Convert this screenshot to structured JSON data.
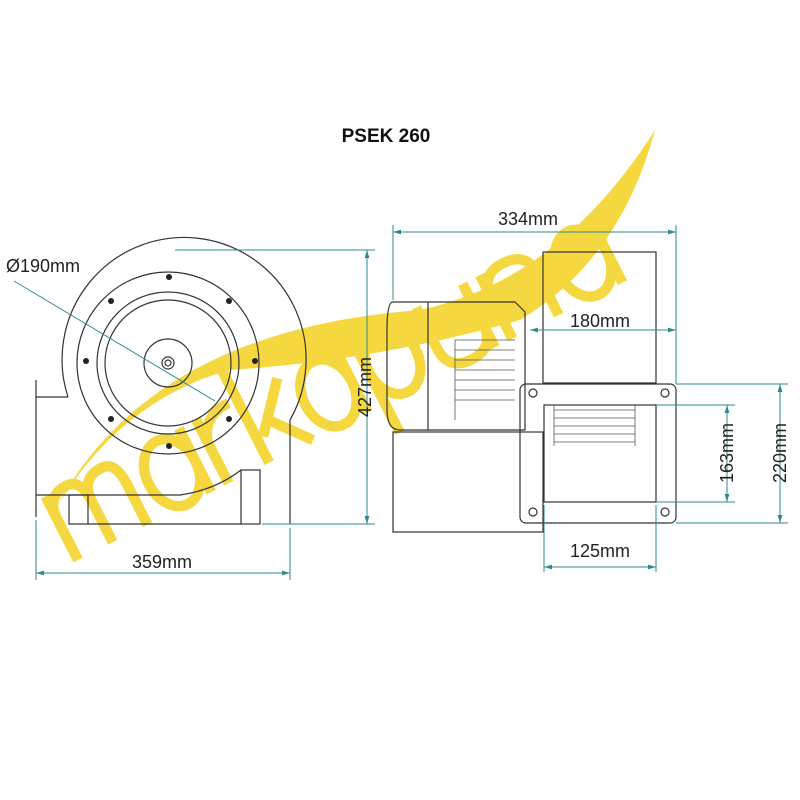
{
  "title": "PSEK 260",
  "watermark": "markapuna",
  "colors": {
    "dimension": "#2e8b8b",
    "watermark": "#f4d21f",
    "line": "#333333"
  },
  "dimensions": {
    "diameter": "Ø190mm",
    "width_front": "359mm",
    "height": "427mm",
    "depth": "334mm",
    "motor_offset": "180mm",
    "outlet_width": "125mm",
    "outlet_inner_height": "163mm",
    "flange_height": "220mm"
  }
}
